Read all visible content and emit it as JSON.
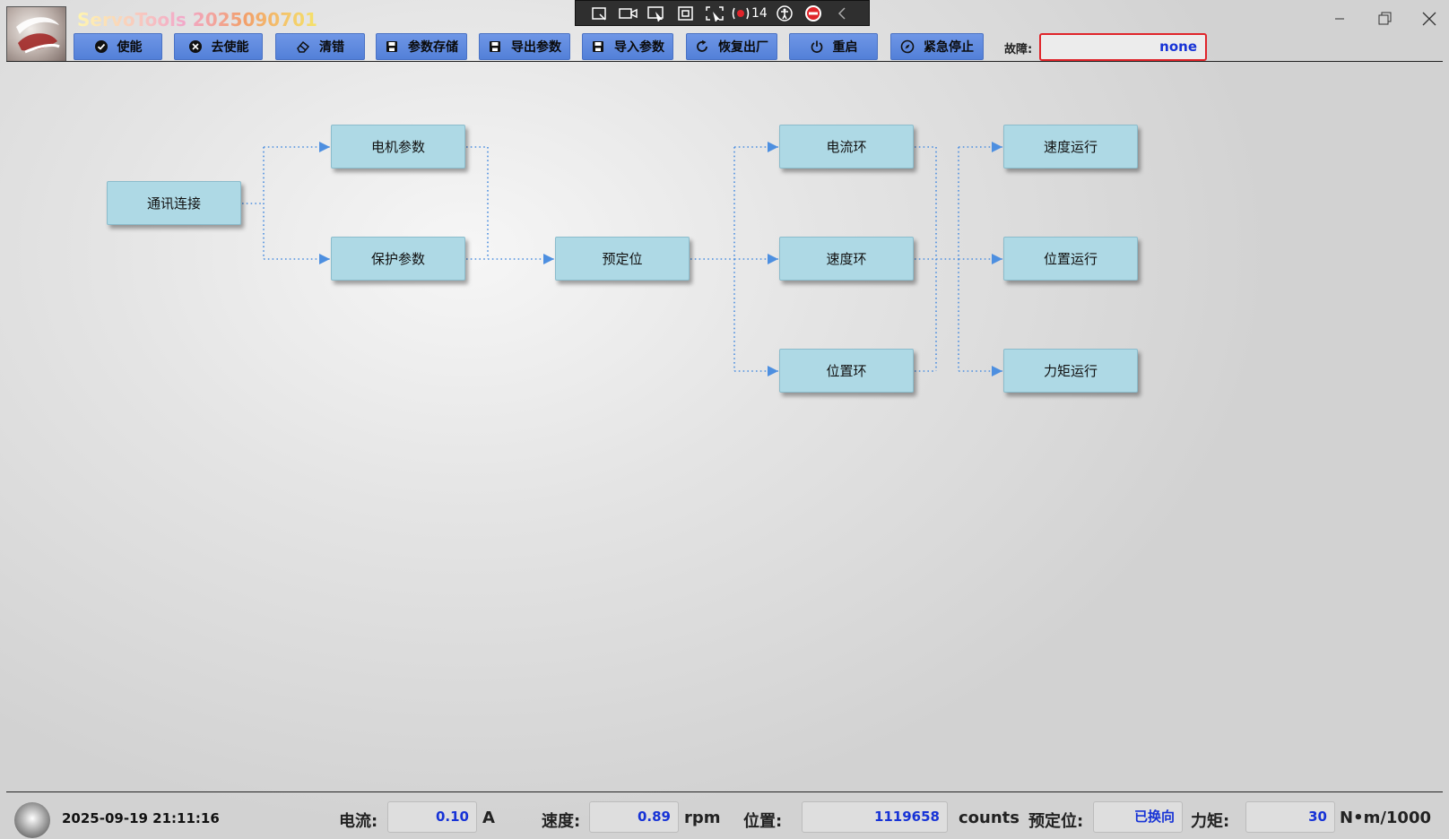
{
  "app": {
    "title": "ServoTools 2025090701"
  },
  "toolbar": [
    {
      "label": "使能",
      "icon": "check-circle-icon"
    },
    {
      "label": "去使能",
      "icon": "x-circle-icon"
    },
    {
      "label": "清错",
      "icon": "eraser-icon"
    },
    {
      "label": "参数存储",
      "icon": "save-icon"
    },
    {
      "label": "导出参数",
      "icon": "save-icon"
    },
    {
      "label": "导入参数",
      "icon": "save-icon"
    },
    {
      "label": "恢复出厂",
      "icon": "refresh-icon"
    },
    {
      "label": "重启",
      "icon": "power-icon"
    },
    {
      "label": "紧急停止",
      "icon": "stop-compass-icon"
    }
  ],
  "fault": {
    "label": "故障:",
    "value": "none"
  },
  "recorder": {
    "count": "14"
  },
  "flow": {
    "nodes": {
      "comm": "通讯连接",
      "motor_params": "电机参数",
      "protect_params": "保护参数",
      "prealign": "预定位",
      "current_loop": "电流环",
      "speed_loop": "速度环",
      "position_loop": "位置环",
      "speed_run": "速度运行",
      "position_run": "位置运行",
      "torque_run": "力矩运行"
    }
  },
  "status": {
    "datetime": "2025-09-19 21:11:16",
    "current": {
      "label": "电流:",
      "value": "0.10",
      "unit": "A"
    },
    "speed": {
      "label": "速度:",
      "value": "0.89",
      "unit": "rpm"
    },
    "position": {
      "label": "位置:",
      "value": "1119658",
      "unit": "counts"
    },
    "prealign": {
      "label": "预定位:",
      "value": "已换向"
    },
    "torque": {
      "label": "力矩:",
      "value": "30",
      "unit": "N•m/1000"
    }
  },
  "colors": {
    "button": "#5a86dc",
    "node": "#aed9e5",
    "link": "#4d8fe0",
    "fault_border": "#e0242a",
    "value_text": "#1733d6"
  }
}
